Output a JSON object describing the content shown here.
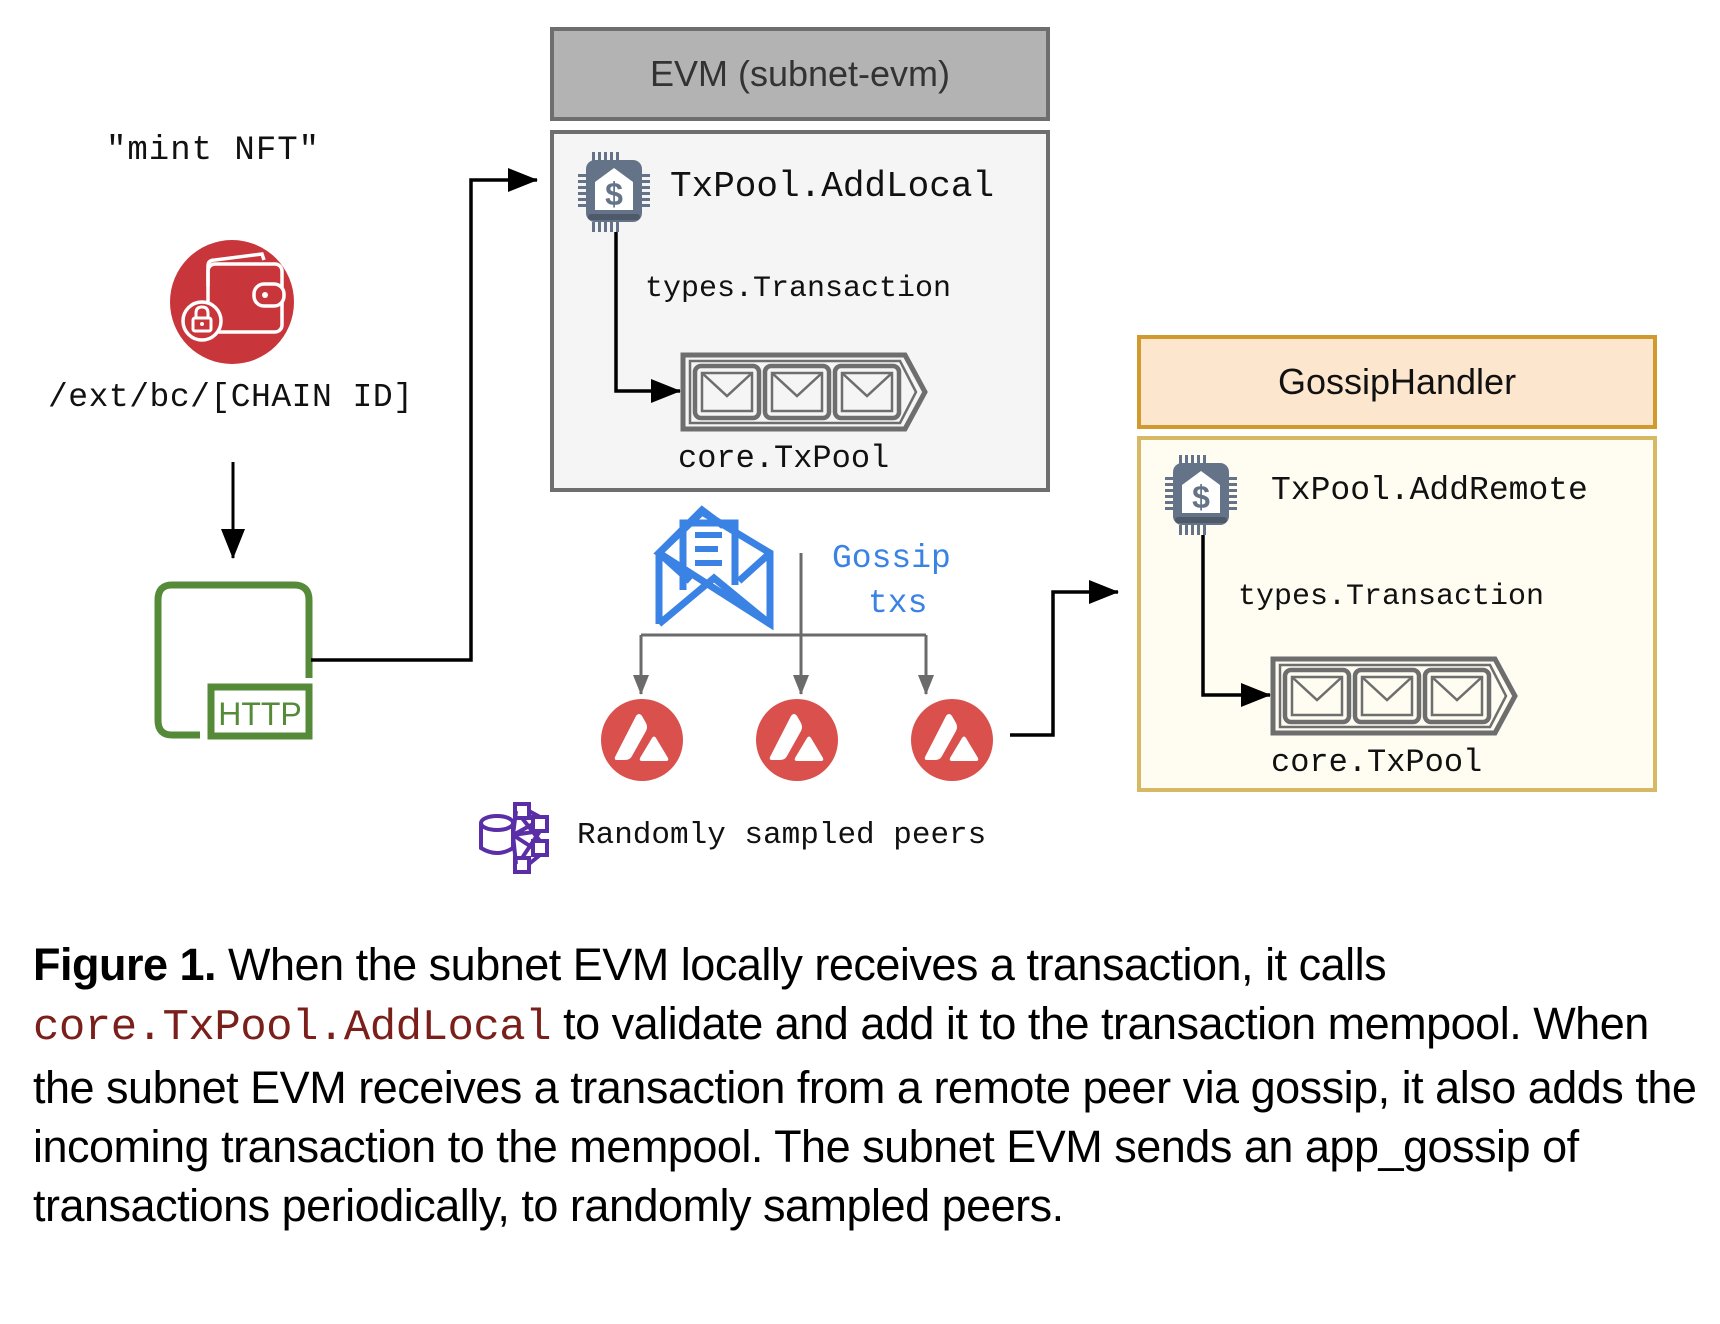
{
  "left_flow": {
    "request_label": "\"mint NFT\"",
    "wallet_icon": "wallet-lock-icon",
    "endpoint_label": "/ext/bc/[CHAIN ID]",
    "http_icon_label": "HTTP"
  },
  "evm_box": {
    "title": "EVM (subnet-evm)",
    "function_label": "TxPool.AddLocal",
    "function_icon": "chip-bank-dollar-icon",
    "edge_label": "types.Transaction",
    "queue_icon": "message-queue-icon",
    "queue_label": "core.TxPool"
  },
  "gossip_section": {
    "label_line1": "Gossip",
    "label_line2": "txs",
    "envelope_icon": "open-envelope-icon",
    "peer_icon": "avalanche-logo-icon",
    "peer_count": 3,
    "peers_label": "Randomly sampled peers",
    "peers_icon": "network-database-icon"
  },
  "gossip_handler_box": {
    "title": "GossipHandler",
    "function_label": "TxPool.AddRemote",
    "function_icon": "chip-bank-dollar-icon",
    "edge_label": "types.Transaction",
    "queue_icon": "message-queue-icon",
    "queue_label": "core.TxPool"
  },
  "caption": {
    "figure_label": "Figure 1.",
    "text_part1": " When the subnet EVM locally receives a transaction, it calls ",
    "code": "core.TxPool.AddLocal",
    "text_part2": " to validate and add it to the transaction mempool. When the subnet EVM receives a transaction from a remote peer via gossip, it also adds the incoming transaction to the mempool. The subnet EVM sends an app_gossip of transactions periodically, to randomly sampled peers."
  },
  "colors": {
    "wallet_red": "#c8363b",
    "http_green": "#558b38",
    "gossip_blue": "#3a82e4",
    "peer_red": "#d9504c",
    "network_purple": "#5a2ea6",
    "chip_slate": "#647387",
    "evm_header_gray": "#b3b3b3",
    "gossip_header_peach": "#fce6cd",
    "caption_code_red": "#7a1f1a"
  }
}
